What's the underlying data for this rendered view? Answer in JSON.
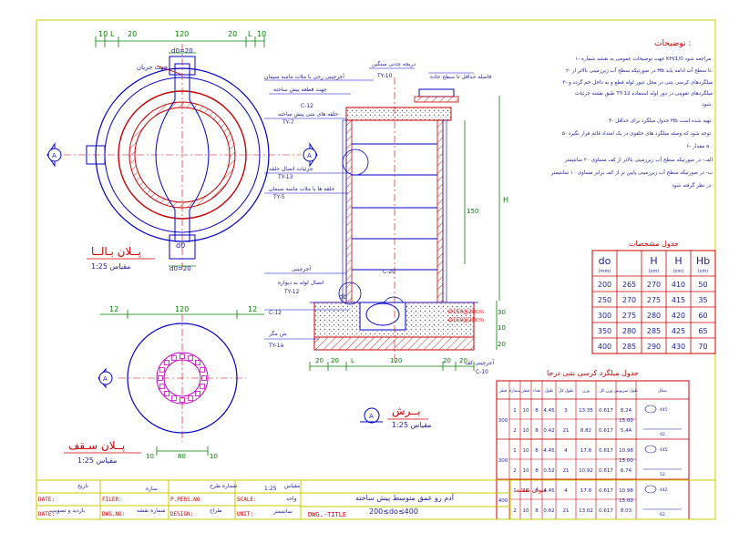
{
  "plan_top": {
    "title": "پــلان بـالــا",
    "scale": "مقیاس 1:25",
    "dims": [
      "10",
      "L",
      "20",
      "120",
      "20",
      "L",
      "10",
      "d0=20"
    ],
    "note_top": "جهت جریان",
    "label_d0": "d0",
    "label_d0_bottom": "d0=20",
    "section_mark": "A"
  },
  "plan_roof": {
    "title": "پــلان سـقف",
    "scale": "مقیاس 1:25",
    "dims": [
      "12",
      "120",
      "12",
      "10",
      "80",
      "10"
    ],
    "section_mark": "A"
  },
  "section": {
    "title": "بــرش",
    "scale": "مقیاس 1:25",
    "mark": "A",
    "labels": [
      "دریچه چدنی سنگین",
      "TY-10",
      "فاصله حداقل تا سطح جاده",
      "آجرچینی رجی با ملات ماسه سیمان",
      "جهت قطعه پیش ساخته",
      "C-12",
      "TY-7",
      "حلقه های بتنی پیش ساخته",
      "TY-13",
      "جزئیات اتصال حلقه",
      "TY-5",
      "حلقه ها با ملات ماسه سیمان",
      "آجرچینی",
      "C-20",
      "اتصال لوله به دیواره",
      "TY-12",
      "C-12",
      "بتن مگر",
      "TY-1a",
      "db",
      "C-10",
      "آجرچینی کف"
    ],
    "dims_bottom": [
      "20",
      "20",
      "L",
      "120",
      "20",
      "20"
    ],
    "dim_h": "H",
    "dim_150": "150",
    "dim_30": "30",
    "dim_10": "10",
    "dim_20": "20",
    "pipe_labels": [
      "Ø150@20cm",
      "Ø150@20cm"
    ]
  },
  "notes": {
    "title": "توضیحات :",
    "lines": [
      "۱- جهت توضیحات عمومی به نقشه شماره KH/1/0 مراجعه شود.",
      "۲- در صورتیکه سطح آب زیرزمینی بالاتر از Hb تا سطح آب ادامه یابد.",
      "۳- میلگردهای کرسی بتنی در محل عبور لوله قطع و به داخل خم گردد و",
      "طبق نقشه جزئیات TY-12 میلگردهای تقویتی در دور لوله استفاده",
      "شود.",
      "۴- جدول میلگرد برای حداقل Hb تهیه شده است.",
      "۵- توجه شود که وصله میلگرد های حلقوی در یک امتداد قائم قرار نگیرد.",
      "۶- مقدار a :",
      "الف- در صورتیکه سطح آب زیرزمینی بالاتر از کف مساوی ۲۰ سانتیمتر",
      "ب- در صورتیکه سطح آب زیرزمینی پایین تر از کف برابر مساوی ۱۰ سانتیمتر",
      "در نظر گرفته شود."
    ]
  },
  "dimension_table": {
    "title": "جدول مشخصات",
    "headers": [
      "do",
      "H",
      "H",
      "Hb"
    ],
    "subheaders": [
      "(mm)",
      "(cm)",
      "(cm)",
      "(cm)"
    ],
    "rows": [
      [
        "200",
        "265",
        "270",
        "410",
        "50"
      ],
      [
        "250",
        "270",
        "275",
        "415",
        "35"
      ],
      [
        "300",
        "275",
        "280",
        "420",
        "60"
      ],
      [
        "350",
        "280",
        "285",
        "425",
        "65"
      ],
      [
        "400",
        "285",
        "290",
        "430",
        "70"
      ]
    ]
  },
  "rebar_table": {
    "title": "جدول میلگرد کرسی بتنی درجا",
    "headers": [
      "قطر",
      "شماره",
      "قطر",
      "تعداد",
      "طول",
      "طول کل",
      "وزن",
      "وزن کل",
      "طول سرپوش",
      "شکل"
    ],
    "groups": [
      {
        "d": "300",
        "rows": [
          [
            "1",
            "10",
            "8",
            "4.45",
            "3",
            "13.35",
            "0.617",
            "8.24"
          ],
          [
            "2",
            "10",
            "8",
            "0.42",
            "21",
            "8.82",
            "0.617",
            "5.44"
          ]
        ],
        "len": "15.00"
      },
      {
        "d": "300",
        "rows": [
          [
            "1",
            "10",
            "8",
            "4.45",
            "4",
            "17.8",
            "0.617",
            "10.98"
          ],
          [
            "2",
            "10",
            "8",
            "0.52",
            "21",
            "10.92",
            "0.617",
            "6.74"
          ]
        ],
        "len": "15.00"
      },
      {
        "d": "400",
        "rows": [
          [
            "1",
            "10",
            "8",
            "4.45",
            "4",
            "17.8",
            "0.617",
            "10.98"
          ],
          [
            "2",
            "10",
            "8",
            "0.62",
            "21",
            "13.02",
            "0.617",
            "8.03"
          ]
        ],
        "len": "15.00"
      }
    ],
    "shape_labels": [
      "445",
      "42",
      "445",
      "52",
      "442",
      "62"
    ]
  },
  "title_block": {
    "date_label": "DATE:",
    "filer_label": "FILER:",
    "date2_label": "DATE:",
    "dwg_no_label": "DWG.NO:",
    "p_pers_label": "P.PERS.NO",
    "design_label": "DESIGN:",
    "scale_label": "SCALE:",
    "unit_label": "UNIT:",
    "scale_value": "1:25",
    "unit_value": "سانتیمتر",
    "dwg_title_label": "DWG.-TITLE",
    "fa_date": "تاریخ",
    "fa_file": "سازه",
    "fa_drawer": "شماره طرح",
    "fa_scale": "مقیاس",
    "fa_unit": "واحد",
    "fa_num": "شماره نقشه",
    "fa_designer": "طراح",
    "fa_approve": "بازدید و تصویب",
    "title_fa": "عنوان نقشه",
    "title_main": "آدم رو عمق متوسط پیش ساخته",
    "title_sub": "200≤do≤400"
  },
  "colors": {
    "background": "#ffffff",
    "frame": "#c8c800",
    "outline": "#0000c8",
    "wall": "#c80000",
    "concrete": "#c83232",
    "text_red": "#d20000",
    "text_dark": "#1e1ea0",
    "dim_green": "#008000",
    "ring_magenta": "#c800c8",
    "label_red": "#ff0000"
  }
}
